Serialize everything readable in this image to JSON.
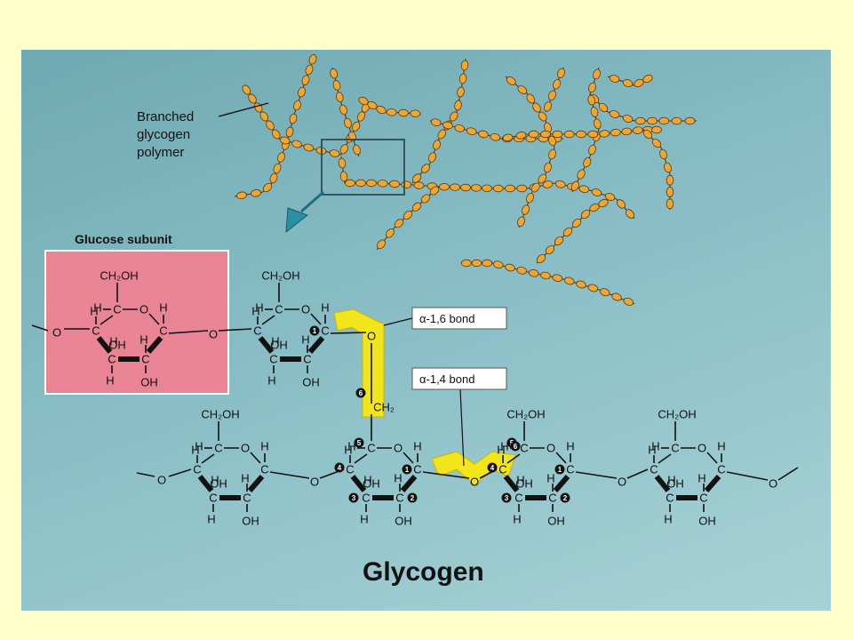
{
  "labels": {
    "branched_line1": "Branched",
    "branched_line2": "glycogen",
    "branched_line3": "polymer",
    "glucose_subunit": "Glucose subunit",
    "alpha16": "α-1,6 bond",
    "alpha14": "α-1,4 bond",
    "title": "Glycogen"
  },
  "atoms": {
    "ch2oh": "CH₂OH",
    "ch2": "CH₂",
    "c": "C",
    "h": "H",
    "o": "O",
    "oh": "OH"
  },
  "carbon_numbers": [
    "1",
    "2",
    "3",
    "4",
    "5",
    "6"
  ],
  "colors": {
    "page_background": "#ffffcc",
    "panel_background": "#88bdc5",
    "subunit_box": "#e98494",
    "highlight": "#f3e51c",
    "bead": "#f2a632"
  }
}
